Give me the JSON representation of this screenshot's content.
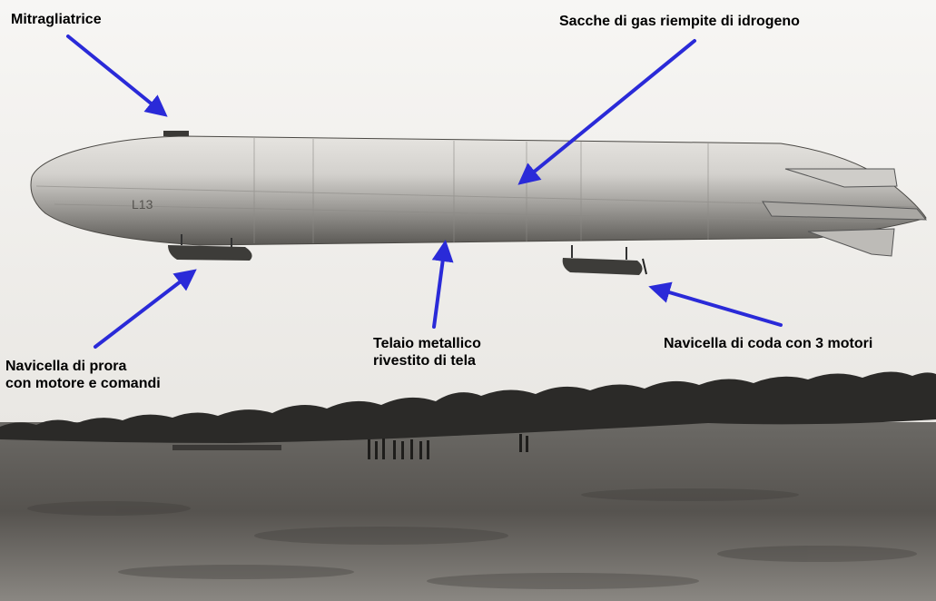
{
  "labels": {
    "machine_gun": "Mitragliatrice",
    "gas_bags": "Sacche di gas riempite di idrogeno",
    "frame": [
      "Telaio metallico",
      "rivestito di tela"
    ],
    "front_gondola": [
      "Navicella di prora",
      "con motore e comandi"
    ],
    "rear_gondola": "Navicella di coda con 3 motori"
  },
  "hull_marking": "L13",
  "colors": {
    "arrow": "#2a2ad8",
    "sky": "#f3f1ee",
    "field": "#5a5854",
    "treeline": "#2b2a28",
    "hull_light": "#d9d7d3",
    "hull_dark": "#6c6a66"
  }
}
